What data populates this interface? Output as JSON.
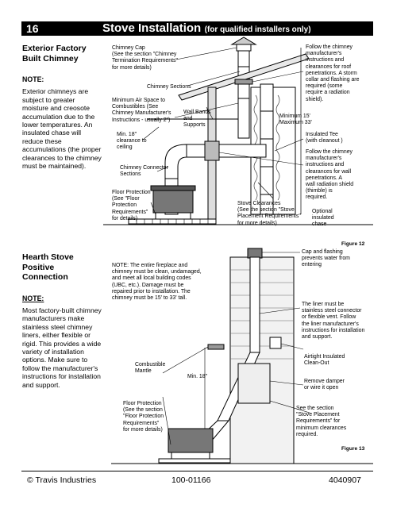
{
  "header": {
    "page_number": "16",
    "title": "Stove Installation",
    "subtitle": "(for qualified installers only)"
  },
  "section1": {
    "heading": "Exterior Factory Built Chimney",
    "note_label": "NOTE:",
    "note_text": "Exterior chimneys are subject to greater moisture and creosote accumulation due to the lower temperatures. An insulated chase will reduce these accumulations (the proper clearances to the chimney must be maintained)."
  },
  "section2": {
    "heading": "Hearth Stove Positive Connection",
    "note_label": "NOTE:",
    "note_text": "Most factory-built chimney manufacturers make stainless steel chimney liners, either flexible or rigid. This provides a wide variety of installation options. Make sure to follow the manufacturer's instructions for installation and support."
  },
  "figure12": {
    "caption": "Figure 12",
    "labels": {
      "chimney_cap": "Chimney Cap\n(See the section \"Chimney\nTermination Requirements\"\nfor more details)",
      "chimney_sections": "Chimney Sections",
      "min_air_space": "Minimum Air Space to\nCombustibles (See\nChimney Manufacturer's\nInstructions - usually 2\")",
      "wall_bands": "Wall Bands\nand\nSupports",
      "min_18": "Min. 18\"\nclearance to\nceiling",
      "connector": "Chimney Connector\nSections",
      "floor_protection": "Floor Protection\n(See \"Floor\nProtection\nRequirements\"\nfor details)",
      "roof_note": "Follow the chimney\nmanufacturer's\ninstructions and\nclearances for roof\npenetrations.  A storm\ncollar and flashing are\nrequired (some\nrequire a radiation\nshield).",
      "min_max": "Minimum 15'\nMaximum 33'",
      "insulated_tee": "Insulated Tee\n(with cleanout )",
      "wall_note": "Follow the chimney\nmanufacturer's\ninstructions and\nclearances for wall\npenetrations.  A\nwall radiation shield\n(thimble) is\nrequired.",
      "stove_clearances": "Stove Clearances\n(See the section \"Stove\nPlacement Requirements\"\nfor more details)",
      "optional_chase": "Optional\ninsulated\nchase"
    }
  },
  "figure13": {
    "caption": "Figure 13",
    "labels": {
      "entire_fireplace": "NOTE: The entire fireplace and\nchimney must be clean, undamaged,\nand meet all local building codes\n(UBC, etc.).  Damage must be\nrepaired prior to installation.  The\nchimney must be 15' to 33' tall.",
      "combustible_mantle": "Combustible\nMantle",
      "min_18": "Min. 18\"",
      "floor_protection": "Floor Protection\n(See the section\n\"Floor Protection\nRequirements\"\nfor more details)",
      "cap_flashing": "Cap and flashing\nprevents water from\nentering",
      "liner_note": "The liner must be\nstainless steel connector\nor flexible vent.  Follow\nthe liner manufacturer's\ninstructions for installation\nand support.",
      "airtight_cleanout": "Airtight Insulated\nClean-Out",
      "remove_damper": "Remove damper\nor wire it open",
      "placement_req": "See the section\n\"Stove Placement\nRequirements\" for\nminimum clearances\nrequired."
    }
  },
  "footer": {
    "company": "© Travis Industries",
    "part_number": "100-01166",
    "doc_number": "4040907"
  }
}
